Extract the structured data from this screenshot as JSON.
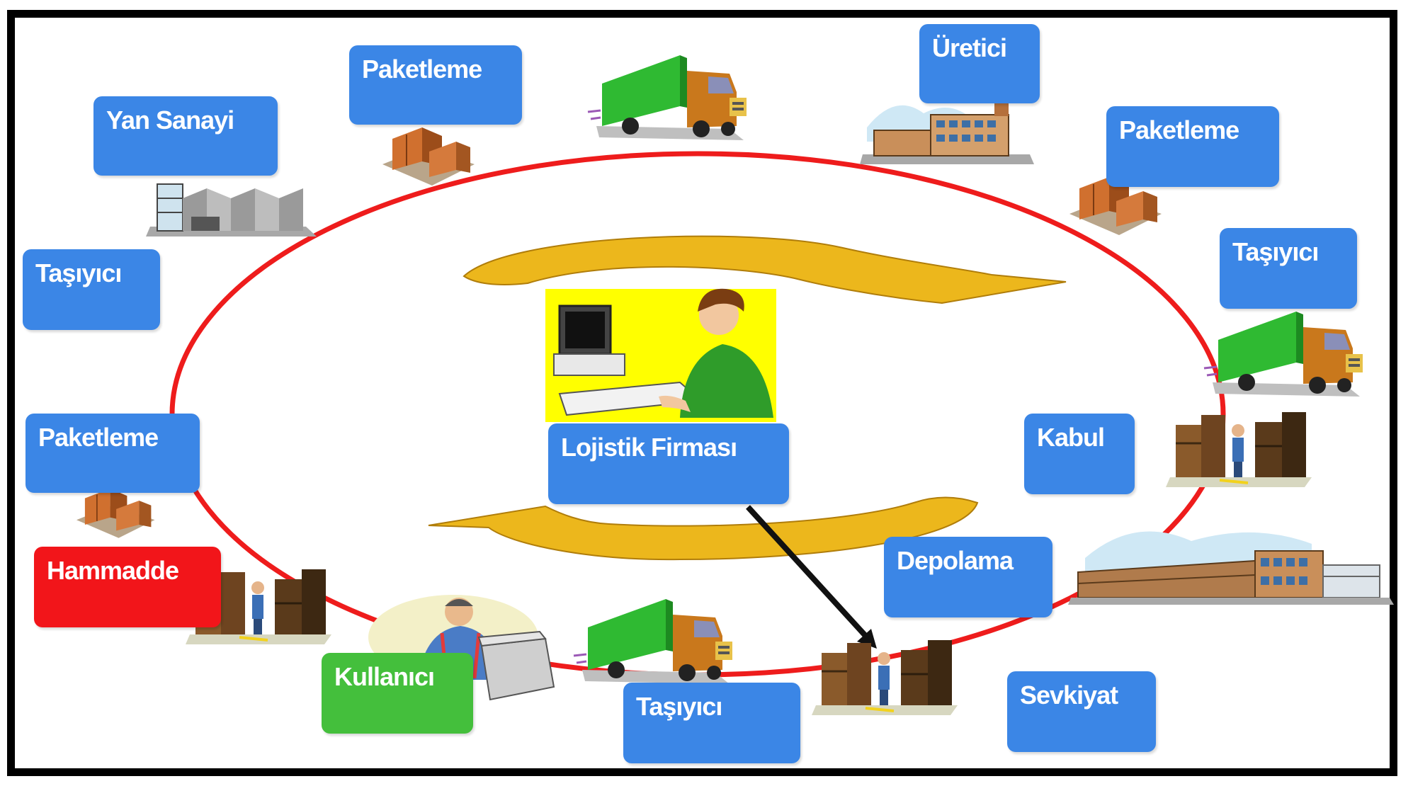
{
  "colors": {
    "box_blue": "#3b86e6",
    "box_red": "#f2151a",
    "box_green": "#44bf3c",
    "cycle_ring": "#ee1c1c",
    "flow_arrows": "#ecb71c",
    "frame": "#000000"
  },
  "center": {
    "label": "Lojistik Firması",
    "icon": "operator-at-computer-icon"
  },
  "nodes": {
    "yan_sanayi": {
      "label": "Yan Sanayi",
      "icon": "factory-icon"
    },
    "paketleme_top": {
      "label": "Paketleme",
      "icon": "boxes-icon"
    },
    "uretici": {
      "label": "Üretici",
      "icon": "factory-icon"
    },
    "paketleme_top_right": {
      "label": "Paketleme",
      "icon": "boxes-icon"
    },
    "tasiyici_right": {
      "label": "Taşıyıcı",
      "icon": "truck-icon"
    },
    "kabul": {
      "label": "Kabul",
      "icon": "warehouse-worker-icon"
    },
    "depolama": {
      "label": "Depolama",
      "icon": "warehouse-building-icon"
    },
    "sevkiyat": {
      "label": "Sevkiyat",
      "icon": "warehouse-worker-icon"
    },
    "tasiyici_bottom": {
      "label": "Taşıyıcı",
      "icon": "truck-icon"
    },
    "kullanici": {
      "label": "Kullanıcı",
      "icon": "person-with-box-icon"
    },
    "hammadde": {
      "label": "Hammadde",
      "icon": "warehouse-worker-icon"
    },
    "paketleme_left": {
      "label": "Paketleme",
      "icon": "boxes-icon"
    },
    "tasiyici_left": {
      "label": "Taşıyıcı",
      "icon": "truck-icon"
    }
  }
}
